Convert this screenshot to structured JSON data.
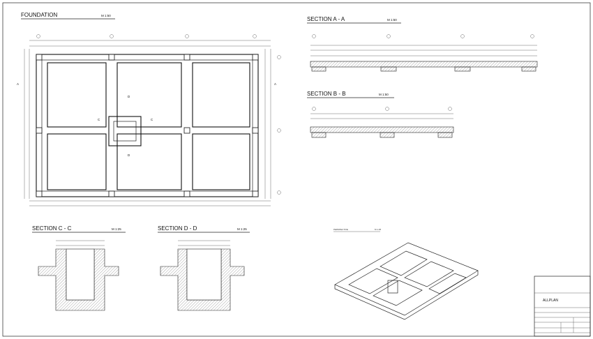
{
  "drawing": {
    "foundation": {
      "title": "FOUNDATION",
      "scale": "M 1:50",
      "section_marks": [
        "A",
        "A",
        "C",
        "C",
        "D",
        "D"
      ]
    },
    "section_aa": {
      "title": "SECTION A - A",
      "scale": "M 1:50"
    },
    "section_bb": {
      "title": "SECTION B - B",
      "scale": "M 1:50"
    },
    "section_cc": {
      "title": "SECTION C - C",
      "scale": "M 1:25"
    },
    "section_dd": {
      "title": "SECTION D - D",
      "scale": "M 1:25"
    },
    "perspective": {
      "title": "PERSPECTIVE",
      "scale": "M 1:25"
    },
    "title_block": {
      "brand": "ALLPLAN"
    }
  }
}
